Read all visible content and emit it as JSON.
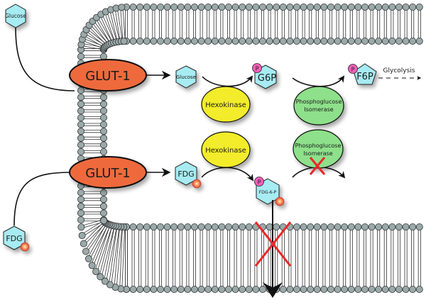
{
  "diagram": {
    "title": "Glucose vs FDG uptake and metabolism",
    "colors": {
      "membrane_head": "#9aa9a9",
      "transporter": "#ee6a3c",
      "hexose": "#a6ecf2",
      "hexokinase": "#f3ec2a",
      "isomerase": "#8ee08a",
      "phosphate": "#f060b8",
      "block_x": "#e8282a",
      "arrow": "#111111"
    },
    "outside": {
      "glucose": "Glucose",
      "fdg": "FDG"
    },
    "transporters": {
      "top": "GLUT-1",
      "bottom": "GLUT-1"
    },
    "top_pathway": {
      "substrate": "Glucose",
      "enzyme1": "Hexokinase",
      "product1": "G6P",
      "phosphate1": "P",
      "enzyme2_line1": "Phosphoglucose",
      "enzyme2_line2": "Isomerase",
      "product2": "F6P",
      "phosphate2": "P",
      "next_step": "Glycolysis"
    },
    "bottom_pathway": {
      "substrate": "FDG",
      "enzyme1": "Hexokinase",
      "product1": "FDG-6-P",
      "phosphate1": "P",
      "enzyme2_line1": "Phosphoglucose",
      "enzyme2_line2": "Isomerase",
      "blocked": true
    }
  }
}
